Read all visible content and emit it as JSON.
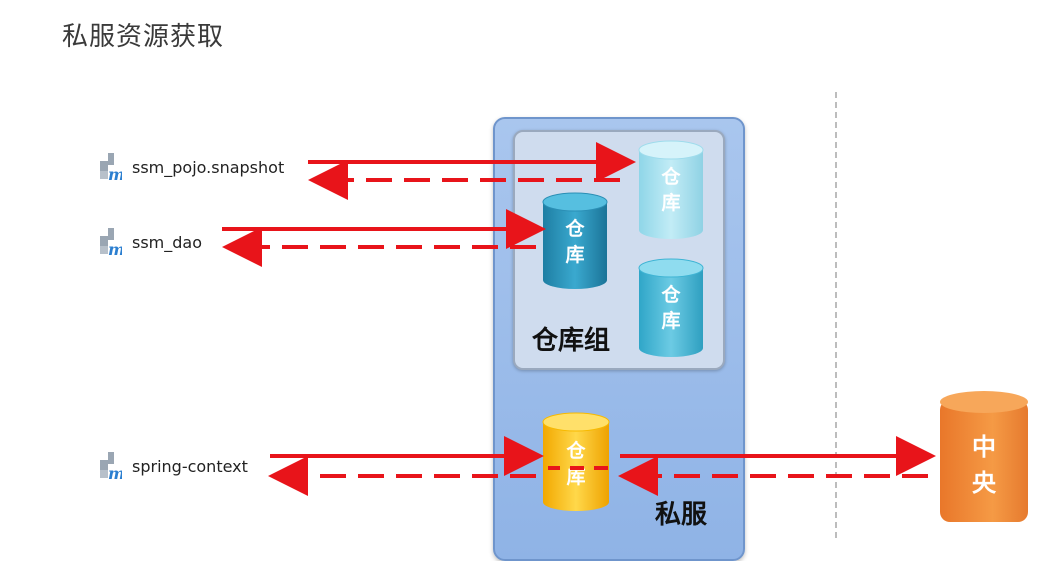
{
  "title": "私服资源获取",
  "labels": {
    "group": "仓库组",
    "private_server": "私服",
    "repository": [
      "仓",
      "库"
    ],
    "central": [
      "中",
      "央"
    ]
  },
  "projects": [
    {
      "name": "ssm_pojo.snapshot",
      "icon": "maven-module-icon"
    },
    {
      "name": "ssm_dao",
      "icon": "maven-module-icon"
    },
    {
      "name": "spring-context",
      "icon": "maven-module-icon"
    }
  ],
  "colors": {
    "arrow": "#e8141a",
    "private_box": "#9dbde9",
    "group_box": "#cfdcee",
    "repo_light": "#9fdcec",
    "repo_dark": "#2b8fb5",
    "repo_mid": "#3fb4d4",
    "repo_yellow": "#f7b900",
    "central": "#f08a35"
  }
}
